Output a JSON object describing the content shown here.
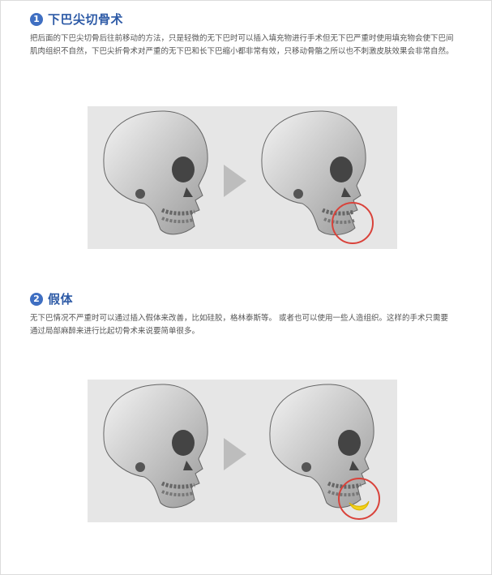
{
  "sections": [
    {
      "number": "1",
      "title": "下巴尖切骨术",
      "text": "把后面的下巴尖切骨后往前移动的方法，只是轻微的无下巴时可以插入填充物进行手术但无下巴严重时使用填充物会使下巴间肌肉组织不自然，下巴尖折骨术对严重的无下巴和长下巴缩小都非常有效，只移动骨骼之所以也不刺激皮肤效果会非常自然。"
    },
    {
      "number": "2",
      "title": "假体",
      "text": "无下巴情况不严重时可以通过插入假体来改善，比如硅胶，格林泰斯等。 或者也可以使用一些人造组织。这样的手术只需要通过局部麻醉来进行比起切骨术来说要简单很多。"
    }
  ],
  "colors": {
    "accent": "#2d5aa6",
    "badge": "#3f6fc2",
    "highlight_circle": "#d9423a",
    "implant": "#f2d21b",
    "panel_bg": "#e6e6e6"
  },
  "icons": [
    "skull-before",
    "arrow-right",
    "skull-after"
  ]
}
